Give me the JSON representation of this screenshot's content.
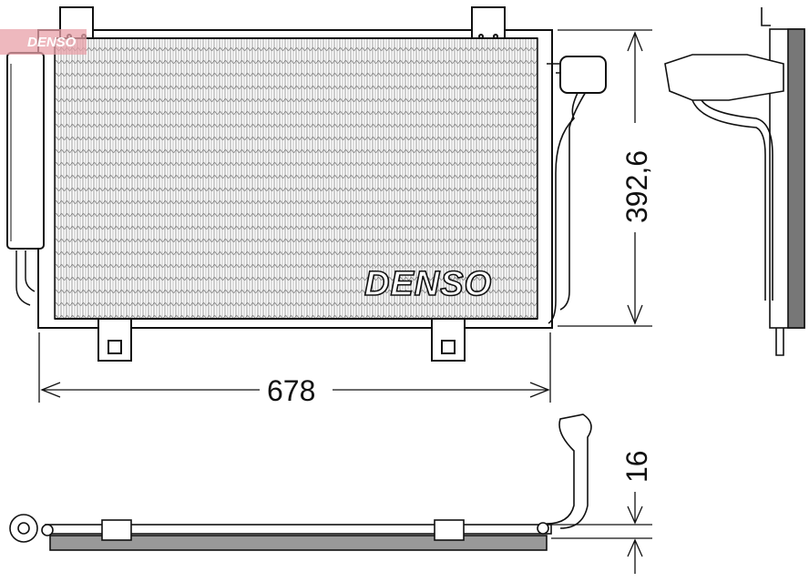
{
  "brand": {
    "logo_text": "DENSO",
    "watermark_text": "DENSO",
    "watermark_color": "#e8a0a8"
  },
  "dimensions": {
    "width": "678",
    "height": "392,6",
    "thickness": "16"
  },
  "colors": {
    "line": "#111111",
    "fins": "#888888"
  }
}
